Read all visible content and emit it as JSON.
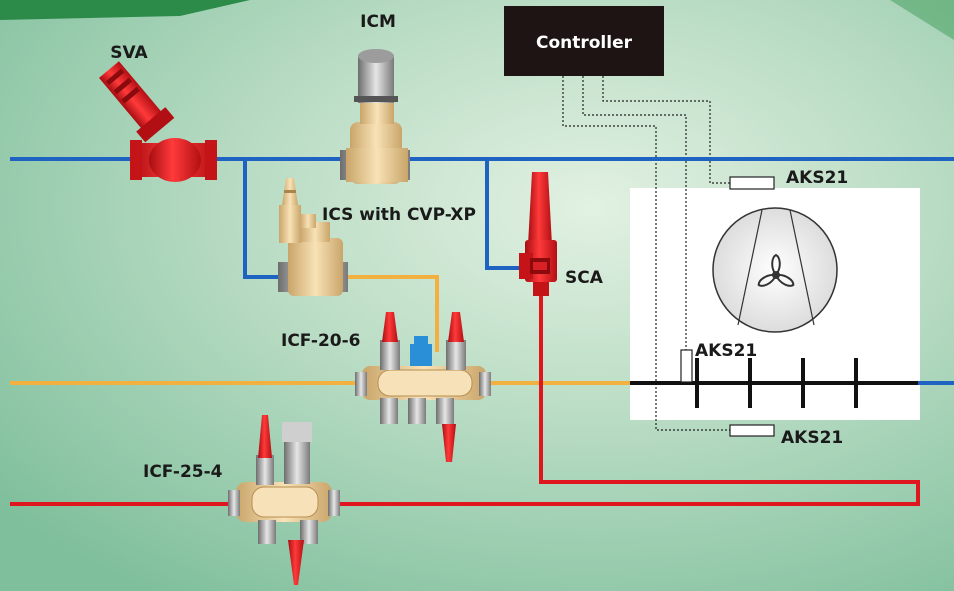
{
  "labels": {
    "svа": "SVA",
    "icm": "ICM",
    "controller": "Controller",
    "ics": "ICS with CVP-XP",
    "sca": "SCA",
    "icf20": "ICF-20-6",
    "icf25": "ICF-25-4",
    "aks_top": "AKS21",
    "aks_mid": "AKS21",
    "aks_bottom": "AKS21"
  },
  "colors": {
    "blue_line": "#1f63c2",
    "orange_line": "#f2b040",
    "red_line": "#e0161e",
    "black_line": "#111111",
    "valve_red": "#e4161c",
    "valve_brass": "#efd29c",
    "controller_box": "#1e1414"
  }
}
